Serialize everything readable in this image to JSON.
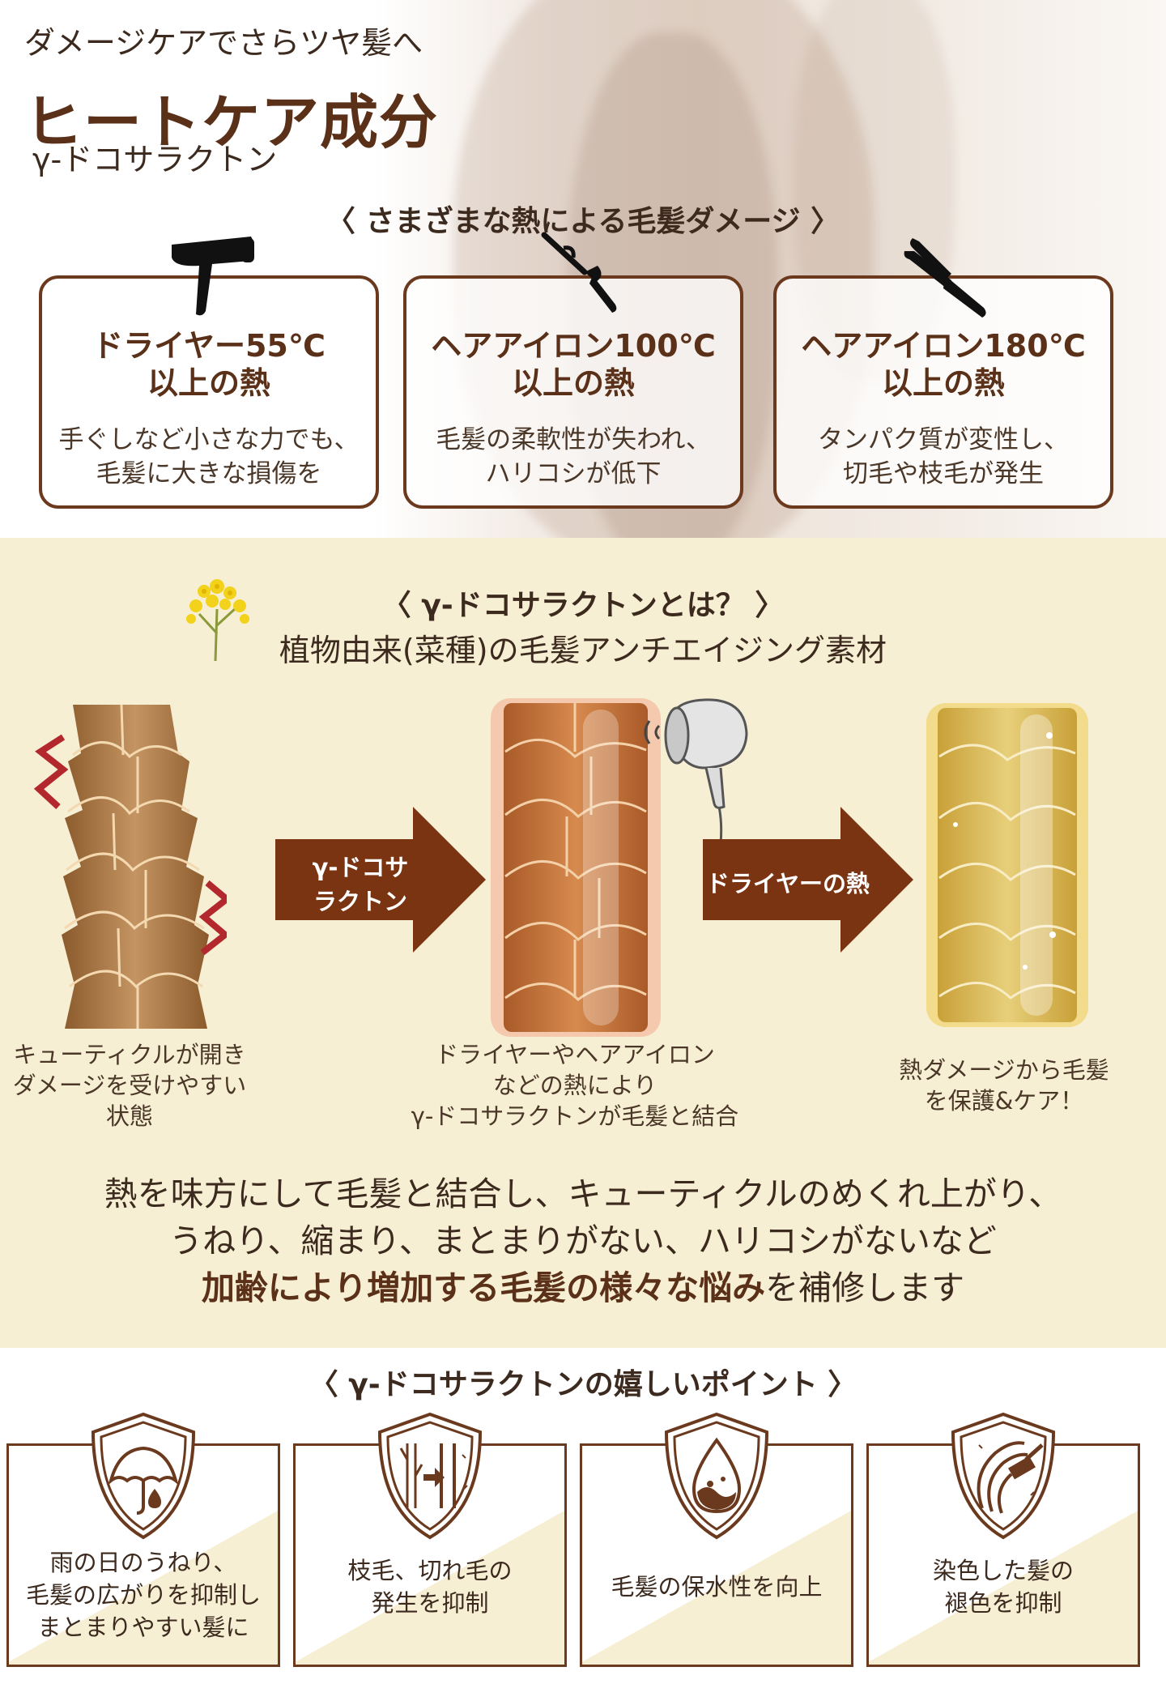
{
  "header": {
    "tagline": "ダメージケアでさらツヤ髪へ",
    "title": "ヒートケア成分",
    "subtitle": "γ‐ドコサラクトン"
  },
  "damage": {
    "heading": "〈 さまざまな熱による毛髪ダメージ 〉",
    "cards": [
      {
        "icon": "hair-dryer-icon",
        "title_1": "ドライヤー55℃",
        "title_2": "以上の熱",
        "text_1": "手ぐしなど小さな力でも、",
        "text_2": "毛髪に大きな損傷を"
      },
      {
        "icon": "curling-iron-icon",
        "title_1": "ヘアアイロン100℃",
        "title_2": "以上の熱",
        "text_1": "毛髪の柔軟性が失われ、",
        "text_2": "ハリコシが低下"
      },
      {
        "icon": "flat-iron-icon",
        "title_1": "ヘアアイロン180℃",
        "title_2": "以上の熱",
        "text_1": "タンパク質が変性し、",
        "text_2": "切毛や枝毛が発生"
      }
    ]
  },
  "about": {
    "heading": "〈 γ‐ドコサラクトンとは？ 〉",
    "subheading": "植物由来(菜種)の毛髪アンチエイジング素材",
    "flower_icon": "rapeseed-flower-icon",
    "stages": [
      {
        "icon": "damaged-cuticle-icon",
        "line_1": "キューティクルが開き",
        "line_2": "ダメージを受けやすい",
        "line_3": "状態"
      },
      {
        "icon": "bonding-hair-icon",
        "line_1": "ドライヤーやヘアアイロン",
        "line_2": "などの熱により",
        "line_3": "γ‐ドコサラクトンが毛髪と結合"
      },
      {
        "icon": "protected-hair-icon",
        "line_1": "熱ダメージから毛髪",
        "line_2": "を保護&ケア！"
      }
    ],
    "arrows": [
      {
        "line_1": "γ‐ドコサ",
        "line_2": "ラクトン"
      },
      {
        "line_1": "ドライヤーの熱"
      }
    ],
    "summary": {
      "line_1": "熱を味方にして毛髪と結合し、キューティクルのめくれ上がり、",
      "line_2": "うねり、縮まり、まとまりがない、ハリコシがないなど",
      "line_3_bold": "加齢により増加する毛髪の様々な悩み",
      "line_3_rest": "を補修します"
    }
  },
  "points": {
    "heading": "〈 γ‐ドコサラクトンの嬉しいポイント 〉",
    "cards": [
      {
        "icon": "umbrella-shield-icon",
        "line_1": "雨の日のうねり、",
        "line_2": "毛髪の広がりを抑制し",
        "line_3": "まとまりやすい髪に"
      },
      {
        "icon": "split-end-shield-icon",
        "line_1": "枝毛、切れ毛の",
        "line_2": "発生を抑制"
      },
      {
        "icon": "water-drop-shield-icon",
        "line_1": "毛髪の保水性を向上"
      },
      {
        "icon": "hair-dye-shield-icon",
        "line_1": "染色した髪の",
        "line_2": "褪色を抑制"
      }
    ]
  },
  "colors": {
    "brown_dark": "#5a3018",
    "arrow_brown": "#7a3412",
    "cream": "#f7efd4",
    "zigzag_red": "#b3282d"
  }
}
